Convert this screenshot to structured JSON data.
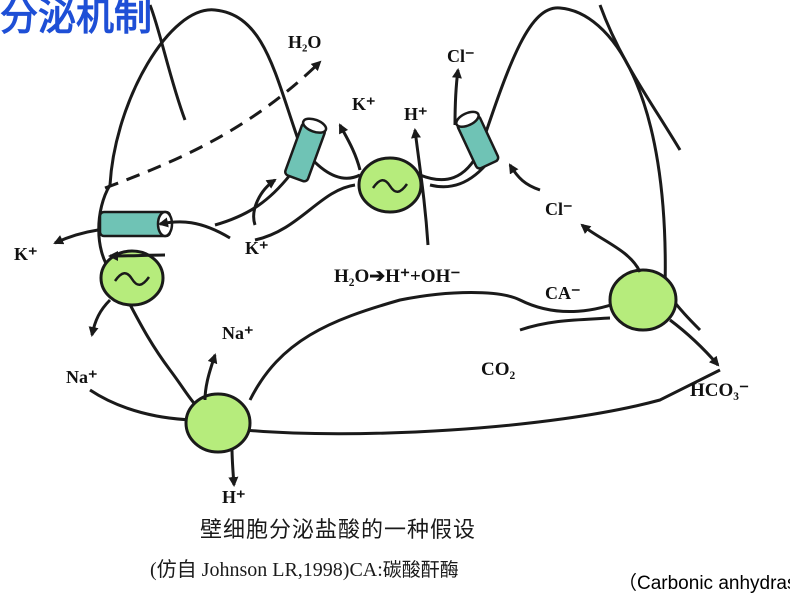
{
  "title": "分泌机制",
  "labels": {
    "h2o_top": "H₂O",
    "k_top": "K⁺",
    "h_top": "H⁺",
    "cl_top": "Cl⁻",
    "cl_right": "Cl⁻",
    "k_left": "K⁺",
    "k_mid": "K⁺",
    "reaction": "H₂O➔H⁺+OH⁻",
    "ca": "CA⁻",
    "na_left": "Na⁺",
    "na_top": "Na⁺",
    "co2": "CO₂",
    "hco3": "HCO₃⁻",
    "h_bottom": "H⁺"
  },
  "caption": {
    "line1": "壁细胞分泌盐酸的一种假设",
    "line2_prefix": "(仿自 Johnson LR,1998)CA:",
    "line2_cn": "碳酸酐酶",
    "line3": "（Carbonic anhydrase）"
  },
  "colors": {
    "title": "#1e4fd6",
    "pump_fill": "#b6ec7c",
    "channel_fill": "#6fc3b5",
    "line": "#1a1a1a"
  }
}
